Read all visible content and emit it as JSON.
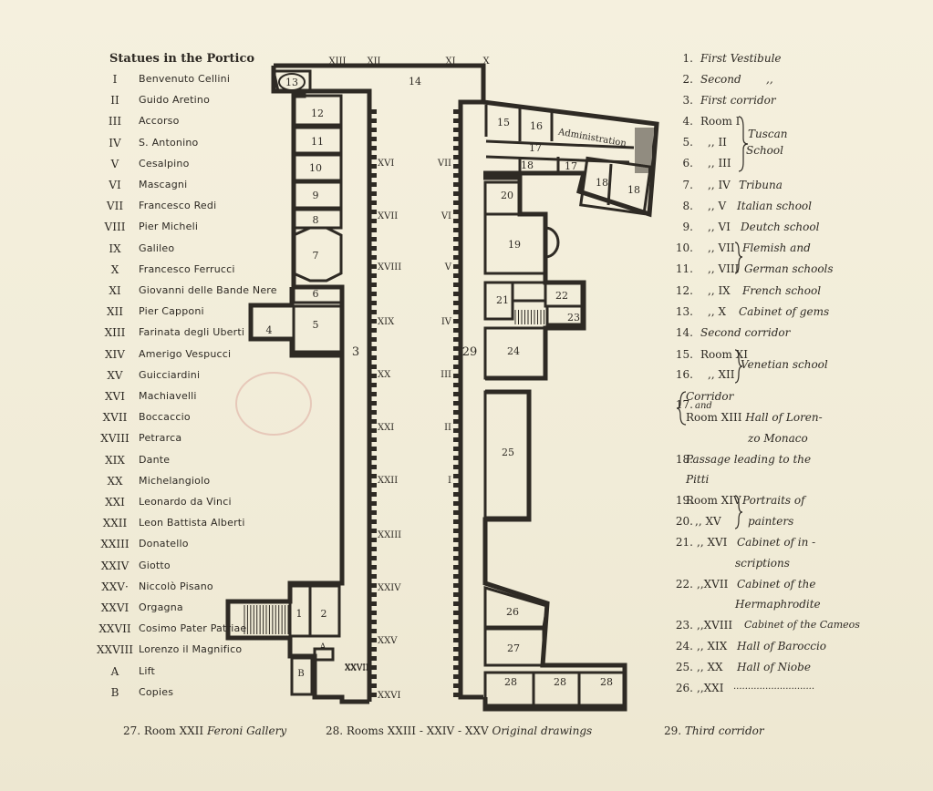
{
  "legend": {
    "title": "Statues in the Portico",
    "statues": [
      {
        "num": "I",
        "name": "Benvenuto Cellini"
      },
      {
        "num": "II",
        "name": "Guido Aretino"
      },
      {
        "num": "III",
        "name": "Accorso"
      },
      {
        "num": "IV",
        "name": "S. Antonino"
      },
      {
        "num": "V",
        "name": "Cesalpino"
      },
      {
        "num": "VI",
        "name": "Mascagni"
      },
      {
        "num": "VII",
        "name": "Francesco Redi"
      },
      {
        "num": "VIII",
        "name": "Pier Micheli"
      },
      {
        "num": "IX",
        "name": "Galileo"
      },
      {
        "num": "X",
        "name": "Francesco Ferrucci"
      },
      {
        "num": "XI",
        "name": "Giovanni delle Bande Nere"
      },
      {
        "num": "XII",
        "name": "Pier Capponi"
      },
      {
        "num": "XIII",
        "name": "Farinata degli Uberti"
      },
      {
        "num": "XIV",
        "name": "Amerigo Vespucci"
      },
      {
        "num": "XV",
        "name": "Guicciardini"
      },
      {
        "num": "XVI",
        "name": "Machiavelli"
      },
      {
        "num": "XVII",
        "name": "Boccaccio"
      },
      {
        "num": "XVIII",
        "name": "Petrarca"
      },
      {
        "num": "XIX",
        "name": "Dante"
      },
      {
        "num": "XX",
        "name": "Michelangiolo"
      },
      {
        "num": "XXI",
        "name": "Leonardo da Vinci"
      },
      {
        "num": "XXII",
        "name": "Leon Battista Alberti"
      },
      {
        "num": "XXIII",
        "name": "Donatello"
      },
      {
        "num": "XXIV",
        "name": "Giotto"
      },
      {
        "num": "XXV·",
        "name": "Niccolò Pisano"
      },
      {
        "num": "XXVI",
        "name": "Orgagna"
      },
      {
        "num": "XXVII",
        "name": "Cosimo Pater Patriae"
      },
      {
        "num": "XXVIII",
        "name": "Lorenzo il Magnifico"
      },
      {
        "num": "A",
        "name": "Lift"
      },
      {
        "num": "B",
        "name": "Copies"
      }
    ]
  },
  "key": [
    {
      "num": "1.",
      "text": "First Vestibule"
    },
    {
      "num": "2.",
      "text": "Second ,,"
    },
    {
      "num": "3.",
      "text": "First corridor"
    },
    {
      "num": "4.",
      "text": "Room I"
    },
    {
      "num": "5.",
      "text": ",, II"
    },
    {
      "num": "6.",
      "text": ",, III"
    },
    {
      "num": "7.",
      "text": ",, IV Tribuna"
    },
    {
      "num": "8.",
      "text": ",, V Italian school"
    },
    {
      "num": "9.",
      "text": ",, VI Deutch school"
    },
    {
      "num": "10.",
      "text": ",, VII Flemish and"
    },
    {
      "num": "11.",
      "text": ",, VIII German schools"
    },
    {
      "num": "12.",
      "text": ",, IX French school"
    },
    {
      "num": "13.",
      "text": ",, X Cabinet of gems"
    },
    {
      "num": "14.",
      "text": "Second corridor"
    },
    {
      "num": "15.",
      "text": "Room XI"
    },
    {
      "num": "16.",
      "text": ",, XII"
    },
    {
      "num": "17.",
      "text": "Corridor and Room XIII Hall of Lorenzo Monaco"
    },
    {
      "num": "18.",
      "text": "Passage leading to the Pitti"
    },
    {
      "num": "19.",
      "text": "Room XIV Portraits of"
    },
    {
      "num": "20.",
      "text": ",, XV painters"
    },
    {
      "num": "21.",
      "text": ",, XVI Cabinet of inscriptions"
    },
    {
      "num": "22.",
      "text": ",, XVII Cabinet of the Hermaphrodite"
    },
    {
      "num": "23.",
      "text": ",, XVIII Cabinet of the Cameos"
    },
    {
      "num": "24.",
      "text": ",, XIX Hall of Baroccio"
    },
    {
      "num": "25.",
      "text": ",, XX Hall of Niobe"
    },
    {
      "num": "26.",
      "text": ",, XXI ............................"
    },
    {
      "num": "29.",
      "text": "Third corridor"
    }
  ],
  "key_lines": {
    "k1_num": "1.",
    "k1": "First Vestibule",
    "k2_num": "2.",
    "k2": "Second",
    "k2b": ",,",
    "k3_num": "3.",
    "k3": "First corridor",
    "k4_num": "4.",
    "k4": "Room I",
    "k5_num": "5.",
    "k5": ",, II",
    "k6_num": "6.",
    "k6": ",, III",
    "tuscan_a": "Tuscan",
    "tuscan_b": "School",
    "k7_num": "7.",
    "k7a": ",, IV",
    "k7b": "Tribuna",
    "k8_num": "8.",
    "k8a": ",, V",
    "k8b": "Italian school",
    "k9_num": "9.",
    "k9a": ",, VI",
    "k9b": "Deutch school",
    "k10_num": "10.",
    "k10a": ",, VII",
    "k10b": "Flemish and",
    "k11_num": "11.",
    "k11a": ",, VIII",
    "k11b": "German schools",
    "k12_num": "12.",
    "k12a": ",, IX",
    "k12b": "French school",
    "k13_num": "13.",
    "k13a": ",, X",
    "k13b": "Cabinet of gems",
    "k14_num": "14.",
    "k14": "Second corridor",
    "k15_num": "15.",
    "k15": "Room XI",
    "k16_num": "16.",
    "k16": ",, XII",
    "venetian": "Venetian school",
    "k17_num": "17.",
    "k17a": "Corridor",
    "k17and": "and",
    "k17b": "Room XIII",
    "k17c": "Hall of Loren-",
    "k17d": "zo Monaco",
    "k18_num": "18.",
    "k18a": "Passage leading to the",
    "k18b": "Pitti",
    "k19_num": "19.",
    "k19a": "Room XIV",
    "k19b": "Portraits of",
    "k20_num": "20.",
    "k20a": ",, XV",
    "k20b": "painters",
    "k21_num": "21.",
    "k21a": ",, XVI",
    "k21b": "Cabinet of in -",
    "k21c": "scriptions",
    "k22_num": "22.",
    "k22a": ",,XVII",
    "k22b": "Cabinet of the",
    "k22c": "Hermaphrodite",
    "k23_num": "23.",
    "k23a": ",,XVIII",
    "k23b": "Cabinet of the Cameos",
    "k24_num": "24.",
    "k24a": ",, XIX",
    "k24b": "Hall of Baroccio",
    "k25_num": "25.",
    "k25a": ",, XX",
    "k25b": "Hall of Niobe",
    "k26_num": "26.",
    "k26a": ",,XXI",
    "k26b": "............................"
  },
  "footer": {
    "f27_a": "27. Room XXII",
    "f27_b": "Feroni Gallery",
    "f28_a": "28. Rooms XXIII - XXIV - XXV",
    "f28_b": "Original drawings",
    "f29_a": "29.",
    "f29_b": "Third corridor"
  },
  "plan": {
    "room_labels": [
      "1",
      "2",
      "3",
      "4",
      "5",
      "6",
      "7",
      "8",
      "9",
      "10",
      "11",
      "12",
      "13",
      "14",
      "15",
      "16",
      "17",
      "18",
      "19",
      "20",
      "21",
      "22",
      "23",
      "24",
      "25",
      "26",
      "27",
      "28",
      "29",
      "A",
      "B"
    ],
    "administration": "Administration",
    "top_numerals": [
      "XIII",
      "XII",
      "XI",
      "X"
    ],
    "left_wall_numerals": [
      "XVI",
      "XVII",
      "XVIII",
      "XIX",
      "XX",
      "XXI",
      "XXII",
      "XXIII",
      "XXIV",
      "XXV",
      "XXVI",
      "XXVII",
      "XXVIII"
    ],
    "right_wall_numerals": [
      "VII",
      "VI",
      "V",
      "IV",
      "III",
      "II",
      "I"
    ],
    "ink_color": "#2e2a24",
    "paper_color": "#f3eedb"
  }
}
